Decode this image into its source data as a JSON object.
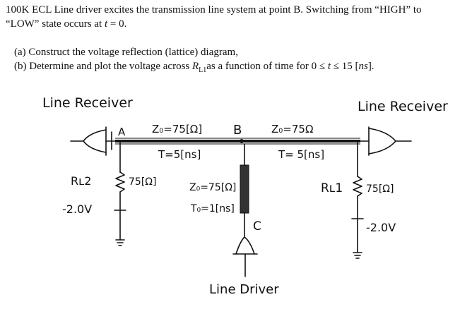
{
  "problem": {
    "statement_a": "100K ECL Line driver excites the transmission line system at point B.  Switching from “HIGH” to",
    "statement_b": "“LOW” state occurs at ",
    "statement_t": "t",
    "statement_c": " = 0.",
    "part_a": "(a)  Construct the voltage reflection (lattice) diagram,",
    "part_b_prefix": "(b)  Determine and plot the voltage across ",
    "part_b_R": "R",
    "part_b_sub": "L1",
    "part_b_suffix": "as a function of time for 0 ≤ ",
    "part_b_t": "t",
    "part_b_end": " ≤ 15 [",
    "part_b_ns": "ns",
    "part_b_close": "]."
  },
  "diagram": {
    "left_receiver_label": "Line Receiver",
    "right_receiver_label": "Line Receiver",
    "driver_label": "Line Driver",
    "node_a": "A",
    "node_b": "B",
    "node_c": "C",
    "left_line_z": "Z₀=75[Ω]",
    "left_line_t": "T=5[ns]",
    "right_line_z": "Z₀=75Ω",
    "right_line_t": "T= 5[ns]",
    "stub_z": "Z₀=75[Ω]",
    "stub_t": "T₀=1[ns]",
    "rl2_label": "Rʟ2",
    "rl2_value": "75[Ω]",
    "rl1_label": "Rʟ1",
    "rl1_value": "75[Ω]",
    "left_supply": "-2.0V",
    "right_supply": "-2.0V"
  }
}
